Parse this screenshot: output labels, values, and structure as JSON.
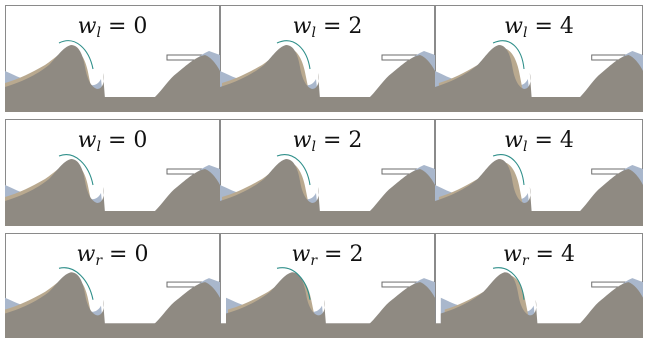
{
  "colors": {
    "frame": "#8a8a8a",
    "background": "#ffffff",
    "blue_fill": "#a9b7cc",
    "tan_fill": "#b9a98f",
    "overlap_fill": "#8f8a82",
    "curve": "#2f8f8a",
    "ledge": "#6b6b6b"
  },
  "rows": [
    {
      "panels": [
        {
          "symbol": "w",
          "sub": "l",
          "rel": "=",
          "value": "0"
        },
        {
          "symbol": "w",
          "sub": "l",
          "rel": "=",
          "value": "2"
        },
        {
          "symbol": "w",
          "sub": "l",
          "rel": "=",
          "value": "4"
        }
      ]
    },
    {
      "panels": [
        {
          "symbol": "w",
          "sub": "l",
          "rel": "=",
          "value": "0"
        },
        {
          "symbol": "w",
          "sub": "l",
          "rel": "=",
          "value": "2"
        },
        {
          "symbol": "w",
          "sub": "l",
          "rel": "=",
          "value": "4"
        }
      ]
    },
    {
      "panels": [
        {
          "symbol": "w",
          "sub": "r",
          "rel": "=",
          "value": "0"
        },
        {
          "symbol": "w",
          "sub": "r",
          "rel": "=",
          "value": "2"
        },
        {
          "symbol": "w",
          "sub": "r",
          "rel": "=",
          "value": "4"
        }
      ]
    }
  ]
}
